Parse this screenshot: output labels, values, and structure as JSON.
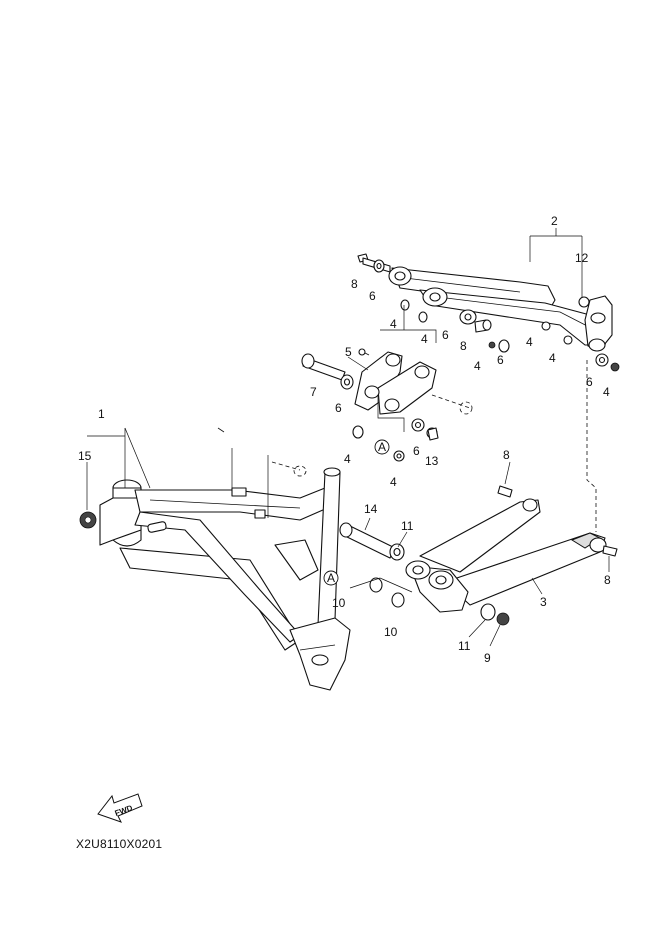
{
  "diagram": {
    "callouts": [
      {
        "id": "c2",
        "text": "2"
      },
      {
        "id": "c12",
        "text": "12"
      },
      {
        "id": "c8a",
        "text": "8"
      },
      {
        "id": "c6a",
        "text": "6"
      },
      {
        "id": "c4a",
        "text": "4"
      },
      {
        "id": "c4b",
        "text": "4"
      },
      {
        "id": "c6b",
        "text": "6"
      },
      {
        "id": "c8b",
        "text": "8"
      },
      {
        "id": "c4c",
        "text": "4"
      },
      {
        "id": "c6c",
        "text": "6"
      },
      {
        "id": "c4d",
        "text": "4"
      },
      {
        "id": "c4e",
        "text": "4"
      },
      {
        "id": "c6d",
        "text": "6"
      },
      {
        "id": "c4f",
        "text": "4"
      },
      {
        "id": "c5",
        "text": "5"
      },
      {
        "id": "c7",
        "text": "7"
      },
      {
        "id": "c6e",
        "text": "6"
      },
      {
        "id": "c4g",
        "text": "4"
      },
      {
        "id": "c6f",
        "text": "6"
      },
      {
        "id": "c13",
        "text": "13"
      },
      {
        "id": "c4h",
        "text": "4"
      },
      {
        "id": "c1",
        "text": "1"
      },
      {
        "id": "c15",
        "text": "15"
      },
      {
        "id": "c8c",
        "text": "8"
      },
      {
        "id": "c14",
        "text": "14"
      },
      {
        "id": "c11a",
        "text": "11"
      },
      {
        "id": "c10a",
        "text": "10"
      },
      {
        "id": "c10b",
        "text": "10"
      },
      {
        "id": "c3",
        "text": "3"
      },
      {
        "id": "c8d",
        "text": "8"
      },
      {
        "id": "c11b",
        "text": "11"
      },
      {
        "id": "c9",
        "text": "9"
      }
    ],
    "reference_marks": [
      {
        "id": "refA1",
        "text": "A"
      },
      {
        "id": "refA2",
        "text": "A"
      }
    ],
    "fwd_arrow_text": "FWD",
    "drawing_code": "X2U8110X0201"
  }
}
